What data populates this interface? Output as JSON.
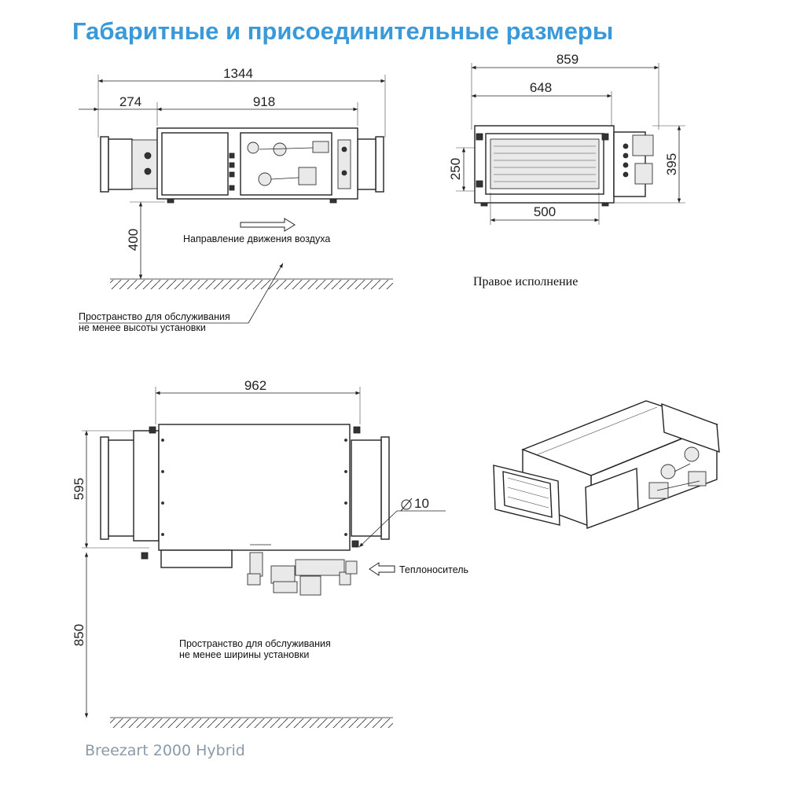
{
  "title": "Габаритные и присоединительные размеры",
  "footer": "Breezart 2000 Hybrid",
  "side_view": {
    "dim_total": "1344",
    "dim_left": "274",
    "dim_main": "918",
    "dim_height": "400",
    "airflow_label": "Направление движения воздуха",
    "service_line1": "Пространство для обслуживания",
    "service_line2": "не менее высоты установки"
  },
  "front_view": {
    "dim_total": "859",
    "dim_inner": "648",
    "dim_width": "500",
    "dim_height_small": "250",
    "dim_height_total": "395",
    "label": "Правое исполнение"
  },
  "top_view": {
    "dim_width": "962",
    "dim_depth": "595",
    "dim_clearance": "850",
    "dim_diameter": "10",
    "heat_carrier_label": "Теплоноситель",
    "service_line1": "Пространство для обслуживания",
    "service_line2": "не менее ширины установки"
  },
  "iso_view": {}
}
